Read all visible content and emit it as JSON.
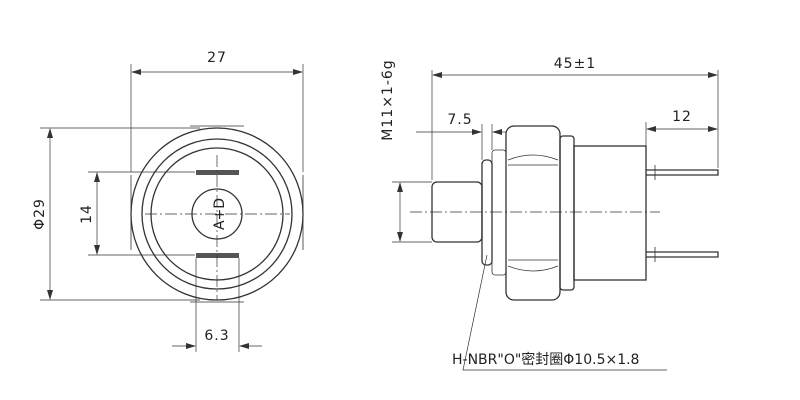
{
  "front_view": {
    "dim_width": "27",
    "dim_diameter": "Φ29",
    "dim_pin_spacing": "14",
    "dim_pin_width": "6.3",
    "center_marking": "A+D"
  },
  "side_view": {
    "dim_length": "45±1",
    "dim_thread": "M11×1-6g",
    "dim_thread_length": "7.5",
    "dim_terminal_length": "12",
    "seal_label": "H-NBR\"O\"密封圈Φ10.5×1.8"
  }
}
